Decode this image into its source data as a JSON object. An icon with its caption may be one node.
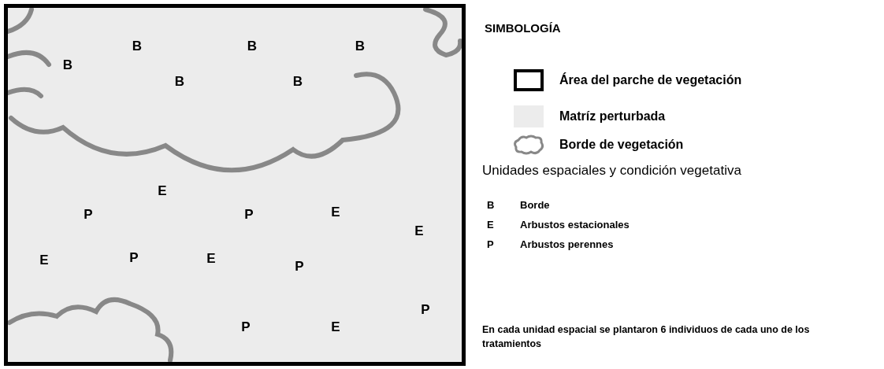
{
  "diagram": {
    "labels": [
      "SIMBOLOGÍA",
      "B",
      "B",
      "B",
      "B",
      "B",
      "B",
      "E",
      "P",
      "P",
      "E",
      "E",
      "E",
      "P",
      "E",
      "P",
      "P",
      "P",
      "E",
      "Unidades espaciales y condición vegetativa",
      "B",
      "Borde",
      "E",
      "Arbustos estacionales",
      "P",
      "Arbustos perennes",
      "En cada unidad espacial se plantaron 6 individuos de cada uno de los tratamientos"
    ],
    "legend": [
      {
        "text": "Área del parche de vegetación"
      },
      {
        "text": "Matríz perturbada",
        "color": "#ececec"
      },
      {
        "text": "Borde de vegetación"
      }
    ]
  }
}
